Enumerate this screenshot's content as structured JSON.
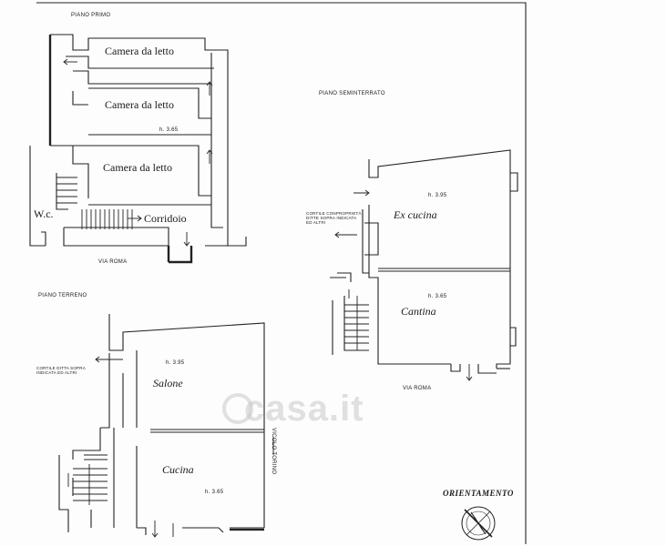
{
  "labels": {
    "piano_primo": "PIANO PRIMO",
    "piano_seminterrato": "PIANO SEMINTERRATO",
    "piano_terreno": "PIANO TERRENO",
    "camera1": "Camera da letto",
    "camera2": "Camera da letto",
    "camera3": "Camera da letto",
    "h_primo": "h. 3.65",
    "wc": "W.c.",
    "corridoio": "Corridoio",
    "via_roma_1": "VIA ROMA",
    "cortile_1": "CORTILE CONPROPRIETÀ DITTE SOPRA INDICATA ED ALTRI",
    "h_excucina": "h. 3.95",
    "ex_cucina": "Ex cucina",
    "h_cantina": "h. 3.65",
    "cantina": "Cantina",
    "via_roma_2": "VIA ROMA",
    "cortile_2": "CORTILE DITTA SOPRA INDICATA ED ALTRI",
    "h_salone": "h. 3.95",
    "salone": "Salone",
    "cucina": "Cucina",
    "h_cucina": "h. 3.65",
    "vicolo": "VICOLO TORINO",
    "orientamento": "ORIENTAMENTO"
  },
  "watermark": {
    "text": "casa.it"
  }
}
